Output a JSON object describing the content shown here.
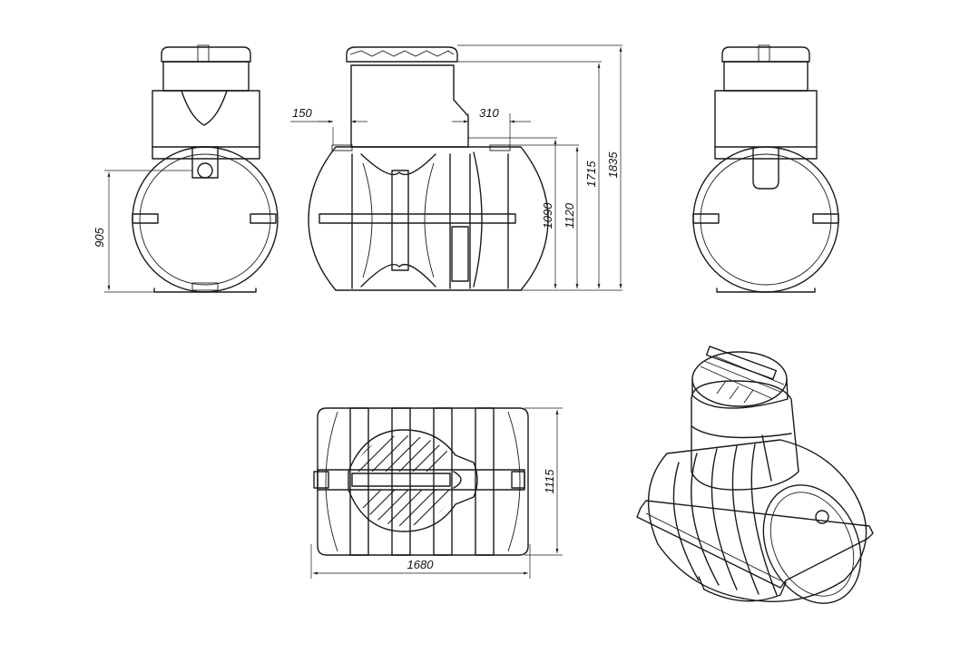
{
  "dimensions": {
    "front_pipe_height": "905",
    "side_left_offset": "150",
    "side_right_offset": "310",
    "side_height_1": "1090",
    "side_height_2": "1120",
    "side_height_3": "1715",
    "side_height_total": "1835",
    "top_width": "1115",
    "top_length": "1680"
  },
  "colors": {
    "ink": "#1a1a1a",
    "background": "#ffffff"
  }
}
